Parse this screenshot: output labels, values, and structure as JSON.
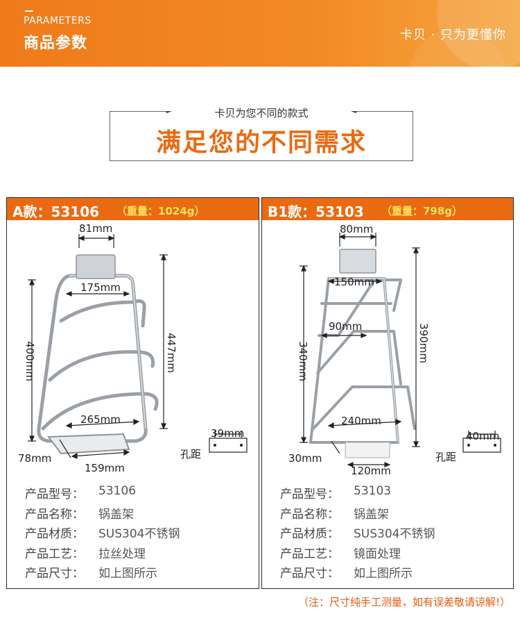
{
  "header": {
    "en_title": "PARAMETERS",
    "cn_title": "商品参数",
    "slogan": "卡贝 · 只为更懂你"
  },
  "intro": {
    "subtitle": "卡贝为您不同的款式",
    "title": "满足您的不同需求"
  },
  "products": [
    {
      "model": "A款：53106",
      "weight": "（重量：1024g）",
      "dims": {
        "top_width": "81mm",
        "upper_width": "175mm",
        "left_height": "400mm",
        "right_height": "447mm",
        "lower_width": "265mm",
        "base_depth": "78mm",
        "base_width": "159mm",
        "hole_label": "孔距",
        "hole_distance": "39mm"
      },
      "specs": [
        {
          "label": "产品型号：",
          "value": "53106"
        },
        {
          "label": "产品名称：",
          "value": "锅盖架"
        },
        {
          "label": "产品材质：",
          "value": "SUS304不锈钢"
        },
        {
          "label": "产品工艺：",
          "value": "拉丝处理"
        },
        {
          "label": "产品尺寸：",
          "value": "如上图所示"
        }
      ]
    },
    {
      "model": "B1款：53103",
      "weight": "（重量：798g）",
      "dims": {
        "top_width": "80mm",
        "upper_width": "150mm",
        "middle_width": "90mm",
        "left_height": "340mm",
        "right_height": "390mm",
        "lower_width": "240mm",
        "base_depth": "30mm",
        "base_width": "120mm",
        "hole_label": "孔距",
        "hole_distance": "40mm"
      },
      "specs": [
        {
          "label": "产品型号：",
          "value": "53103"
        },
        {
          "label": "产品名称：",
          "value": "锅盖架"
        },
        {
          "label": "产品材质：",
          "value": "SUS304不锈钢"
        },
        {
          "label": "产品工艺：",
          "value": "镜面处理"
        },
        {
          "label": "产品尺寸：",
          "value": "如上图所示"
        }
      ]
    }
  ],
  "note": "（注：尺寸纯手工测量，如有误差敬请谅解!）",
  "colors": {
    "accent": "#ea6a12",
    "weight_text": "#ffe45e",
    "header_gradient_start": "#f07a1a",
    "header_gradient_end": "#f5a540"
  }
}
